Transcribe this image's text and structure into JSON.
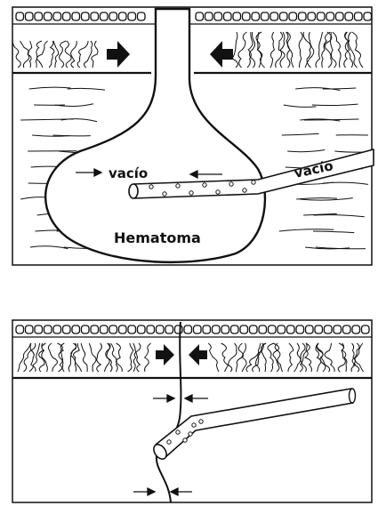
{
  "panel_top": {
    "labels": {
      "vacio_center": "vacío",
      "vacio_tube": "vacío",
      "hematoma": "Hematoma"
    }
  },
  "panel_bottom": {},
  "colors": {
    "ink": "#111111",
    "paper": "#ffffff"
  }
}
